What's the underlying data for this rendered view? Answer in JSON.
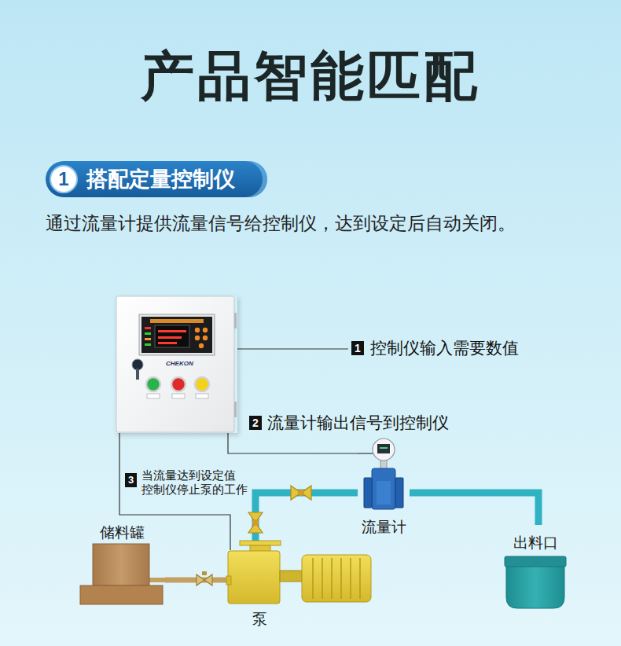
{
  "diagram": {
    "title": "产品智能匹配",
    "nodes": [
      {
        "text": [
          "搭配定量控制仪"
        ]
      },
      {
        "text": [
          "1"
        ],
        "in": 0
      },
      {
        "text": [
          "CHEKON"
        ]
      },
      {
        "text": [
          "流量计"
        ]
      },
      {
        "text": [
          "储料罐"
        ]
      },
      {
        "text": [
          "出料口"
        ]
      },
      {
        "text": [
          "泵"
        ]
      }
    ],
    "edges": [
      {
        "from": 4,
        "to": 6,
        "arrow": "none"
      },
      {
        "from": 6,
        "to": 3,
        "arrow": "none"
      },
      {
        "from": 3,
        "to": 5,
        "arrow": "none"
      },
      {
        "from": 2,
        "to": 3,
        "arrow": "none"
      },
      {
        "from": 2,
        "to": 6,
        "arrow": "none"
      }
    ],
    "labels": [
      "通过流量计提供流量信号给控制仪，达到设定后自动关闭。",
      "1",
      "控制仪输入需要数值",
      "2",
      "流量计输出信号到控制仪",
      "3",
      "当流量达到设定值 控制仪停止泵的工作"
    ]
  }
}
